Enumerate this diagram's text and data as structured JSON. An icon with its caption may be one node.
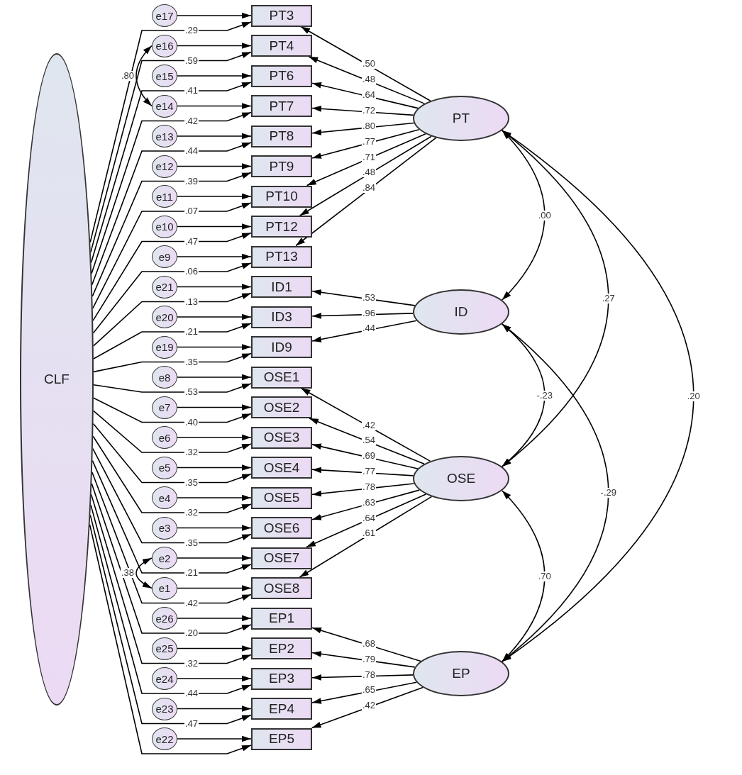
{
  "diagram": {
    "nodes": [
      {
        "text": [
          "CLF"
        ]
      },
      {
        "text": [
          "PT3"
        ]
      },
      {
        "text": [
          "PT4"
        ]
      },
      {
        "text": [
          "PT6"
        ]
      },
      {
        "text": [
          "PT7"
        ]
      },
      {
        "text": [
          "PT8"
        ]
      },
      {
        "text": [
          "PT9"
        ]
      },
      {
        "text": [
          "PT10"
        ]
      },
      {
        "text": [
          "PT12"
        ]
      },
      {
        "text": [
          "PT13"
        ]
      },
      {
        "text": [
          "ID1"
        ]
      },
      {
        "text": [
          "ID3"
        ]
      },
      {
        "text": [
          "ID9"
        ]
      },
      {
        "text": [
          "OSE1"
        ]
      },
      {
        "text": [
          "OSE2"
        ]
      },
      {
        "text": [
          "OSE3"
        ]
      },
      {
        "text": [
          "OSE4"
        ]
      },
      {
        "text": [
          "OSE5"
        ]
      },
      {
        "text": [
          "OSE6"
        ]
      },
      {
        "text": [
          "OSE7"
        ]
      },
      {
        "text": [
          "OSE8"
        ]
      },
      {
        "text": [
          "EP1"
        ]
      },
      {
        "text": [
          "EP2"
        ]
      },
      {
        "text": [
          "EP3"
        ]
      },
      {
        "text": [
          "EP4"
        ]
      },
      {
        "text": [
          "EP5"
        ]
      },
      {
        "text": [
          "e17"
        ]
      },
      {
        "text": [
          "e16"
        ]
      },
      {
        "text": [
          "e15"
        ]
      },
      {
        "text": [
          "e14"
        ]
      },
      {
        "text": [
          "e13"
        ]
      },
      {
        "text": [
          "e12"
        ]
      },
      {
        "text": [
          "e11"
        ]
      },
      {
        "text": [
          "e10"
        ]
      },
      {
        "text": [
          "e9"
        ]
      },
      {
        "text": [
          "e21"
        ]
      },
      {
        "text": [
          "e20"
        ]
      },
      {
        "text": [
          "e19"
        ]
      },
      {
        "text": [
          "e8"
        ]
      },
      {
        "text": [
          "e7"
        ]
      },
      {
        "text": [
          "e6"
        ]
      },
      {
        "text": [
          "e5"
        ]
      },
      {
        "text": [
          "e4"
        ]
      },
      {
        "text": [
          "e3"
        ]
      },
      {
        "text": [
          "e2"
        ]
      },
      {
        "text": [
          "e1"
        ]
      },
      {
        "text": [
          "e26"
        ]
      },
      {
        "text": [
          "e25"
        ]
      },
      {
        "text": [
          "e24"
        ]
      },
      {
        "text": [
          "e23"
        ]
      },
      {
        "text": [
          "e22"
        ]
      },
      {
        "text": [
          "PT"
        ]
      },
      {
        "text": [
          "ID"
        ]
      },
      {
        "text": [
          "OSE"
        ]
      },
      {
        "text": [
          "EP"
        ]
      }
    ],
    "edges": [
      {
        "from": 26,
        "to": 1,
        "arrow": "to"
      },
      {
        "from": 27,
        "to": 2,
        "arrow": "to"
      },
      {
        "from": 28,
        "to": 3,
        "arrow": "to"
      },
      {
        "from": 29,
        "to": 4,
        "arrow": "to"
      },
      {
        "from": 30,
        "to": 5,
        "arrow": "to"
      },
      {
        "from": 31,
        "to": 6,
        "arrow": "to"
      },
      {
        "from": 32,
        "to": 7,
        "arrow": "to"
      },
      {
        "from": 33,
        "to": 8,
        "arrow": "to"
      },
      {
        "from": 34,
        "to": 9,
        "arrow": "to"
      },
      {
        "from": 35,
        "to": 10,
        "arrow": "to"
      },
      {
        "from": 36,
        "to": 11,
        "arrow": "to"
      },
      {
        "from": 37,
        "to": 12,
        "arrow": "to"
      },
      {
        "from": 38,
        "to": 13,
        "arrow": "to"
      },
      {
        "from": 39,
        "to": 14,
        "arrow": "to"
      },
      {
        "from": 40,
        "to": 15,
        "arrow": "to"
      },
      {
        "from": 41,
        "to": 16,
        "arrow": "to"
      },
      {
        "from": 42,
        "to": 17,
        "arrow": "to"
      },
      {
        "from": 43,
        "to": 18,
        "arrow": "to"
      },
      {
        "from": 44,
        "to": 19,
        "arrow": "to"
      },
      {
        "from": 45,
        "to": 20,
        "arrow": "to"
      },
      {
        "from": 46,
        "to": 21,
        "arrow": "to"
      },
      {
        "from": 47,
        "to": 22,
        "arrow": "to"
      },
      {
        "from": 48,
        "to": 23,
        "arrow": "to"
      },
      {
        "from": 49,
        "to": 24,
        "arrow": "to"
      },
      {
        "from": 50,
        "to": 25,
        "arrow": "to"
      },
      {
        "from": 0,
        "to": 1,
        "arrow": "to"
      },
      {
        "from": 0,
        "to": 2,
        "arrow": "to"
      },
      {
        "from": 0,
        "to": 3,
        "arrow": "to"
      },
      {
        "from": 0,
        "to": 4,
        "arrow": "to"
      },
      {
        "from": 0,
        "to": 5,
        "arrow": "to"
      },
      {
        "from": 0,
        "to": 6,
        "arrow": "to"
      },
      {
        "from": 0,
        "to": 7,
        "arrow": "to"
      },
      {
        "from": 0,
        "to": 8,
        "arrow": "to"
      },
      {
        "from": 0,
        "to": 9,
        "arrow": "to"
      },
      {
        "from": 0,
        "to": 10,
        "arrow": "to"
      },
      {
        "from": 0,
        "to": 11,
        "arrow": "to"
      },
      {
        "from": 0,
        "to": 12,
        "arrow": "to"
      },
      {
        "from": 0,
        "to": 13,
        "arrow": "to"
      },
      {
        "from": 0,
        "to": 14,
        "arrow": "to"
      },
      {
        "from": 0,
        "to": 15,
        "arrow": "to"
      },
      {
        "from": 0,
        "to": 16,
        "arrow": "to"
      },
      {
        "from": 0,
        "to": 17,
        "arrow": "to"
      },
      {
        "from": 0,
        "to": 18,
        "arrow": "to"
      },
      {
        "from": 0,
        "to": 19,
        "arrow": "to"
      },
      {
        "from": 0,
        "to": 20,
        "arrow": "to"
      },
      {
        "from": 0,
        "to": 21,
        "arrow": "to"
      },
      {
        "from": 0,
        "to": 22,
        "arrow": "to"
      },
      {
        "from": 0,
        "to": 23,
        "arrow": "to"
      },
      {
        "from": 0,
        "to": 24,
        "arrow": "to"
      },
      {
        "from": 0,
        "to": 25,
        "arrow": "to"
      },
      {
        "from": 51,
        "to": 1,
        "arrow": "to",
        "label": ".50"
      },
      {
        "from": 51,
        "to": 2,
        "arrow": "to",
        "label": ".48"
      },
      {
        "from": 51,
        "to": 3,
        "arrow": "to",
        "label": ".64"
      },
      {
        "from": 51,
        "to": 4,
        "arrow": "to",
        "label": ".72"
      },
      {
        "from": 51,
        "to": 5,
        "arrow": "to",
        "label": ".80"
      },
      {
        "from": 51,
        "to": 6,
        "arrow": "to",
        "label": ".77"
      },
      {
        "from": 51,
        "to": 7,
        "arrow": "to",
        "label": ".71"
      },
      {
        "from": 51,
        "to": 8,
        "arrow": "to",
        "label": ".48"
      },
      {
        "from": 51,
        "to": 9,
        "arrow": "to",
        "label": ".84"
      },
      {
        "from": 52,
        "to": 10,
        "arrow": "to",
        "label": ".53"
      },
      {
        "from": 52,
        "to": 11,
        "arrow": "to",
        "label": ".96"
      },
      {
        "from": 52,
        "to": 12,
        "arrow": "to",
        "label": ".44"
      },
      {
        "from": 53,
        "to": 13,
        "arrow": "to",
        "label": ".42"
      },
      {
        "from": 53,
        "to": 14,
        "arrow": "to",
        "label": ".54"
      },
      {
        "from": 53,
        "to": 15,
        "arrow": "to",
        "label": ".69"
      },
      {
        "from": 53,
        "to": 16,
        "arrow": "to",
        "label": ".77"
      },
      {
        "from": 53,
        "to": 17,
        "arrow": "to",
        "label": ".78"
      },
      {
        "from": 53,
        "to": 18,
        "arrow": "to",
        "label": ".63"
      },
      {
        "from": 53,
        "to": 19,
        "arrow": "to",
        "label": ".64"
      },
      {
        "from": 53,
        "to": 20,
        "arrow": "to",
        "label": ".61"
      },
      {
        "from": 54,
        "to": 21,
        "arrow": "to",
        "label": ".68"
      },
      {
        "from": 54,
        "to": 22,
        "arrow": "to",
        "label": ".79"
      },
      {
        "from": 54,
        "to": 23,
        "arrow": "to",
        "label": ".78"
      },
      {
        "from": 54,
        "to": 24,
        "arrow": "to",
        "label": ".65"
      },
      {
        "from": 54,
        "to": 25,
        "arrow": "to",
        "label": ".42"
      },
      {
        "from": 51,
        "to": 52,
        "arrow": "both",
        "label": ".00"
      },
      {
        "from": 51,
        "to": 53,
        "arrow": "both",
        "label": ".27"
      },
      {
        "from": 51,
        "to": 54,
        "arrow": "both",
        "label": ".20"
      },
      {
        "from": 52,
        "to": 53,
        "arrow": "both",
        "label": "-.23"
      },
      {
        "from": 52,
        "to": 54,
        "arrow": "both",
        "label": "-.29"
      },
      {
        "from": 53,
        "to": 54,
        "arrow": "both",
        "label": ".70"
      },
      {
        "from": 27,
        "to": 29,
        "arrow": "both",
        "label": ".80"
      },
      {
        "from": 44,
        "to": 45,
        "arrow": "both",
        "label": ".38"
      }
    ],
    "labels": [
      ".29",
      ".59",
      ".41",
      ".42",
      ".44",
      ".39",
      ".07",
      ".47",
      ".06",
      ".13",
      ".21",
      ".35",
      ".53",
      ".40",
      ".32",
      ".35",
      ".32",
      ".35",
      ".21",
      ".42",
      ".20",
      ".32",
      ".44",
      ".47"
    ]
  }
}
